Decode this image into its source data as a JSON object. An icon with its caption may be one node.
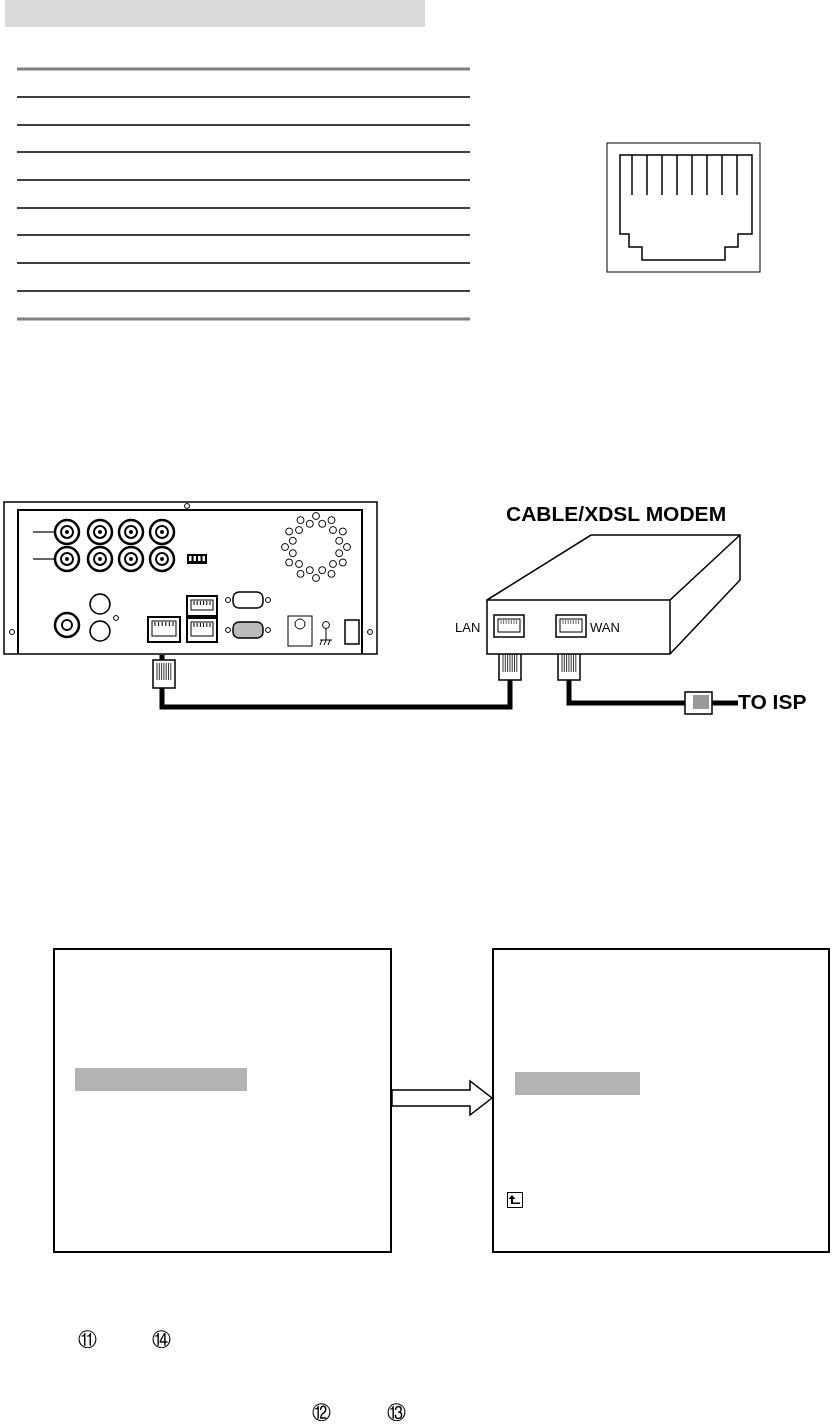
{
  "diagram": {
    "nodes": [
      {
        "text": [],
        "shape": "box"
      },
      {
        "text": [
          "CABLE/XDSL MODEM",
          "LAN",
          "WAN"
        ]
      },
      {
        "text": [
          "TO ISP"
        ]
      },
      {
        "text": [],
        "shape": "box"
      },
      {
        "text": [],
        "shape": "box"
      }
    ],
    "edges": [
      {
        "from": 0,
        "to": 1,
        "arrow": "other"
      },
      {
        "from": 1,
        "to": 2,
        "arrow": "other"
      },
      {
        "from": 3,
        "to": 4,
        "arrow": "to"
      }
    ],
    "labels": [
      "⑪",
      "⑭",
      "⑫",
      "⑬"
    ]
  }
}
